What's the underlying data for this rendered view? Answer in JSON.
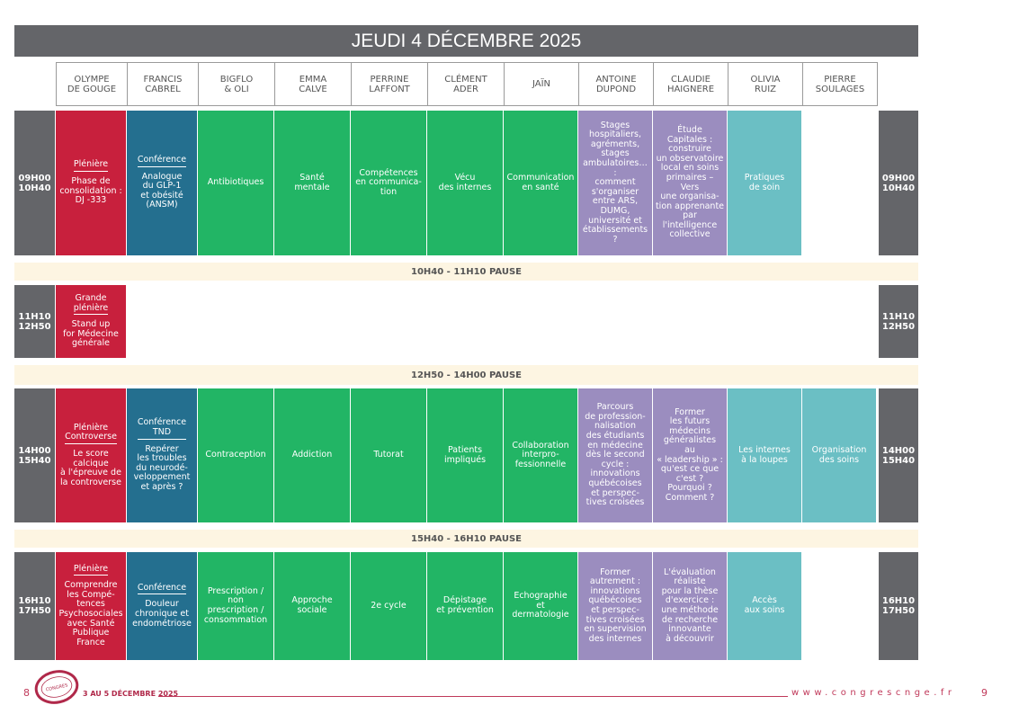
{
  "title": "JEUDI 4 DÉCEMBRE 2025",
  "columns": [
    "OLYMPE\nDE GOUGE",
    "FRANCIS\nCABREL",
    "BIGFLO\n& OLI",
    "EMMA\nCALVE",
    "PERRINE\nLAFFONT",
    "CLÉMENT\nADER",
    "JAÏN",
    "ANTOINE\nDUPOND",
    "CLAUDIE\nHAIGNERE",
    "OLIVIA\nRUIZ",
    "PIERRE\nSOULAGES"
  ],
  "colors": {
    "pleniere": "#c8203d",
    "conference": "#246f8f",
    "atelier": "#22b565",
    "table-ronde": "#9b8dbf",
    "session": "#6bbfc4",
    "time": "#646569",
    "pause": "#fdf5e2"
  },
  "slots": [
    {
      "time": "09H00\n10H40",
      "cells": [
        {
          "type": "pleniere",
          "tag": "Plénière",
          "text": "Phase de\nconsolidation :\nDJ -333"
        },
        {
          "type": "conference",
          "tag": "Conférence",
          "text": "Analogue\ndu GLP-1\net obésité\n(ANSM)"
        },
        {
          "type": "atelier",
          "text": "Antibiotiques"
        },
        {
          "type": "atelier",
          "text": "Santé\nmentale"
        },
        {
          "type": "atelier",
          "text": "Compétences\nen communica-\ntion"
        },
        {
          "type": "atelier",
          "text": "Vécu\ndes internes"
        },
        {
          "type": "atelier",
          "text": "Communication\nen santé"
        },
        {
          "type": "table-ronde",
          "text": "Stages\nhospitaliers,\nagréments,\nstages\nambulatoires…\n:\ncomment\ns'organiser\nentre ARS,\nDUMG,\nuniversité et\nétablissements\n?"
        },
        {
          "type": "table-ronde",
          "text": "Étude\nCapitales :\nconstruire\nun observatoire\nlocal en soins\nprimaires –\nVers\nune organisa-\ntion apprenante\npar\nl'intelligence\ncollective"
        },
        {
          "type": "session",
          "text": "Pratiques\nde soin"
        },
        null
      ]
    },
    {
      "pause": "10H40 -  11H10 PAUSE"
    },
    {
      "time": "11H10\n12H50",
      "cells": [
        {
          "type": "pleniere",
          "tag": "Grande\nplénière",
          "text": "Stand up\nfor Médecine\ngénérale"
        }
      ]
    },
    {
      "pause": "12H50 -  14H00 PAUSE"
    },
    {
      "time": "14H00\n15H40",
      "cells": [
        {
          "type": "pleniere",
          "tag": "Plénière\nControverse",
          "text": "Le score\ncalcique\nà l'épreuve de\nla controverse"
        },
        {
          "type": "conference",
          "tag": "Conférence\nTND",
          "text": "Repérer\nles troubles\ndu neurodé-\nveloppement\net après ?"
        },
        {
          "type": "atelier",
          "text": "Contraception"
        },
        {
          "type": "atelier",
          "text": "Addiction"
        },
        {
          "type": "atelier",
          "text": "Tutorat"
        },
        {
          "type": "atelier",
          "text": "Patients\nimpliqués"
        },
        {
          "type": "atelier",
          "text": "Collaboration\ninterpro-\nfessionnelle"
        },
        {
          "type": "table-ronde",
          "text": "Parcours\nde profession-\nnalisation\ndes étudiants\nen médecine\ndès le second\ncycle :\ninnovations\nquébécoises\net perspec-\ntives croisées"
        },
        {
          "type": "table-ronde",
          "text": "Former\nles futurs\nmédecins\ngénéralistes\nau\n« leadership » :\nqu'est ce que\nc'est ?\nPourquoi ?\nComment ?"
        },
        {
          "type": "session",
          "text": "Les internes\nà la loupes"
        },
        {
          "type": "session",
          "text": "Organisation\ndes soins"
        }
      ]
    },
    {
      "pause": "15H40 -  16H10 PAUSE"
    },
    {
      "time": "16H10\n17H50",
      "cells": [
        {
          "type": "pleniere",
          "tag": "Plénière",
          "text": "Comprendre\nles Compé-\ntences\nPsychosociales\navec Santé\nPublique\nFrance"
        },
        {
          "type": "conference",
          "tag": "Conférence",
          "text": "Douleur\nchronique et\nendométriose"
        },
        {
          "type": "atelier",
          "text": "Prescription /\nnon\nprescription /\nconsommation"
        },
        {
          "type": "atelier",
          "text": "Approche\nsociale"
        },
        {
          "type": "atelier",
          "text": "2e cycle"
        },
        {
          "type": "atelier",
          "text": "Dépistage\net prévention"
        },
        {
          "type": "atelier",
          "text": "Echographie\net\ndermatologie"
        },
        {
          "type": "table-ronde",
          "text": "Former\nautrement :\ninnovations\nquébécoises\net perspec-\ntives croisées\nen supervision\ndes internes"
        },
        {
          "type": "table-ronde",
          "text": "L'évaluation\nréaliste\npour la thèse\nd'exercice :\nune méthode\nde recherche\ninnovante\nà découvrir"
        },
        {
          "type": "session",
          "text": "Accès\naux soins"
        },
        null
      ]
    }
  ],
  "footer": {
    "page_left": "8",
    "dates": "3 AU 5 DÉCEMBRE 2025",
    "url": "www.congrescnge.fr",
    "page_right": "9",
    "logo_text": "25e CONGRÈS NATIONAL"
  }
}
